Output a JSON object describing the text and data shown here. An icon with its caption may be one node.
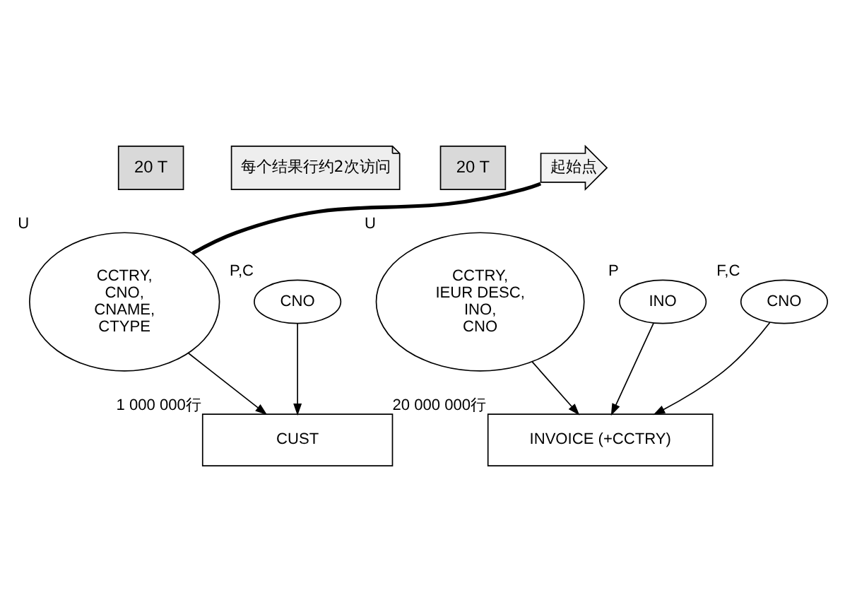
{
  "diagram": {
    "nodes": [
      {
        "text": [
          "20 T"
        ]
      },
      {
        "text": [
          "每个结果行约2次访问"
        ]
      },
      {
        "text": [
          "20 T"
        ]
      },
      {
        "text": [
          "起始点"
        ]
      },
      {
        "text": [
          "CCTRY, CNO, CNAME, CTYPE"
        ],
        "beside": [
          "U"
        ]
      },
      {
        "text": [
          "CCTRY, IEUR DESC, INO, CNO"
        ],
        "beside": [
          "U"
        ]
      },
      {
        "text": [
          "CNO"
        ],
        "beside": [
          "P,C"
        ]
      },
      {
        "text": [
          "INO"
        ],
        "beside": [
          "P"
        ]
      },
      {
        "text": [
          "CNO"
        ],
        "beside": [
          "F,C"
        ]
      },
      {
        "text": [
          "CUST"
        ],
        "beside": [
          "1 000 000行"
        ]
      },
      {
        "text": [
          "INVOICE (+CCTRY)"
        ],
        "beside": [
          "20 000 000行"
        ]
      }
    ],
    "edges": [
      {
        "from": 3,
        "to": 4,
        "arrow": "none",
        "style": "thick"
      },
      {
        "from": 6,
        "to": 9,
        "arrow": "to"
      },
      {
        "from": 4,
        "to": 9,
        "arrow": "to"
      },
      {
        "from": 7,
        "to": 10,
        "arrow": "to"
      },
      {
        "from": 5,
        "to": 10,
        "arrow": "to"
      },
      {
        "from": 8,
        "to": 10,
        "arrow": "to"
      }
    ]
  }
}
